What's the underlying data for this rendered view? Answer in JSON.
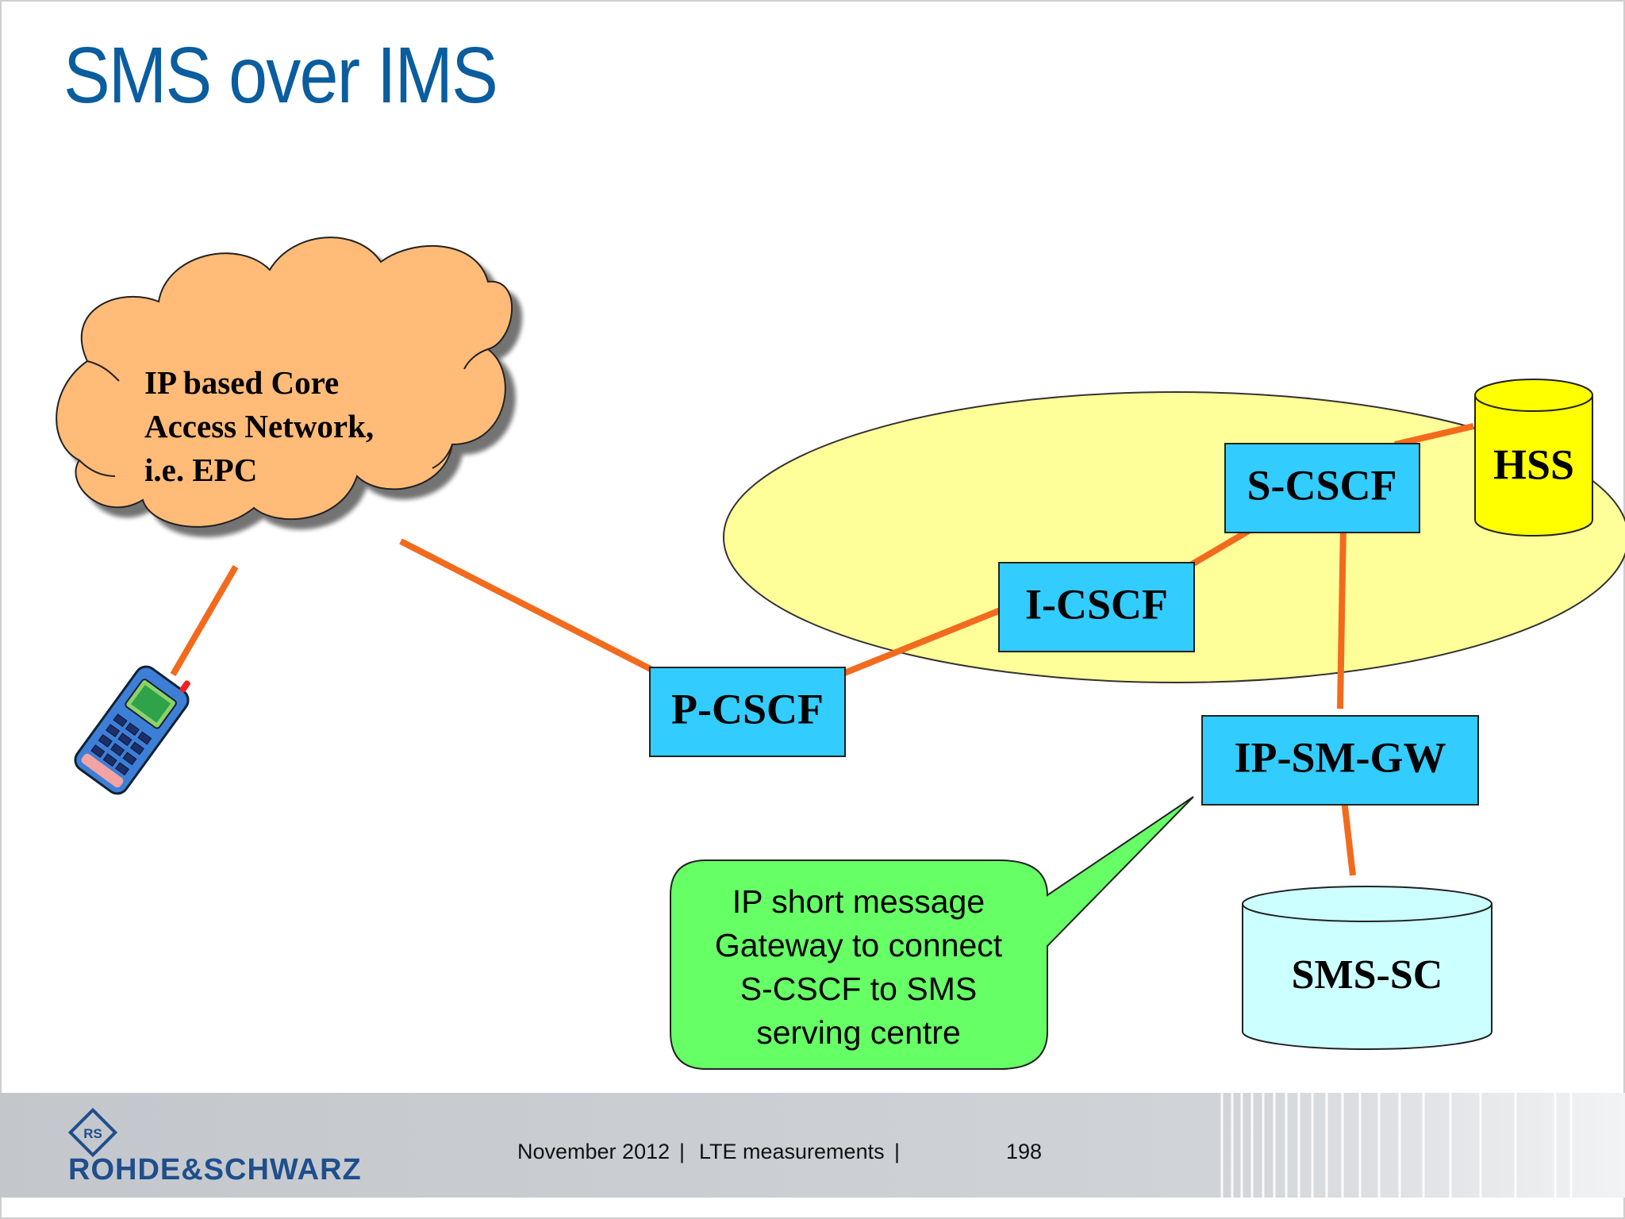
{
  "slide": {
    "title": "SMS over IMS"
  },
  "diagram": {
    "cloud": {
      "lines": [
        "IP based Core",
        "Access Network,",
        "i.e. EPC"
      ]
    },
    "nodes": {
      "pcscf": "P-CSCF",
      "icscf": "I-CSCF",
      "scscf": "S-CSCF",
      "hss": "HSS",
      "ipsmgw": "IP-SM-GW",
      "smssc": "SMS-SC"
    },
    "callout": {
      "lines": [
        "IP short message",
        "Gateway to connect",
        "S-CSCF to SMS",
        "serving centre"
      ]
    },
    "colors": {
      "node_fill": "#33ccff",
      "link": "#f26b1d",
      "ellipse": "#ffff99",
      "cloud": "#ffbb77",
      "hss": "#ffff00",
      "smssc": "#ccffff",
      "callout": "#66ff66",
      "title": "#0a5d9e"
    }
  },
  "footer": {
    "date": "November 2012",
    "separator1": "|",
    "topic": "LTE measurements",
    "separator2": "|",
    "page": "198",
    "logo_text": "ROHDE&SCHWARZ",
    "logo_mark": "RS"
  }
}
